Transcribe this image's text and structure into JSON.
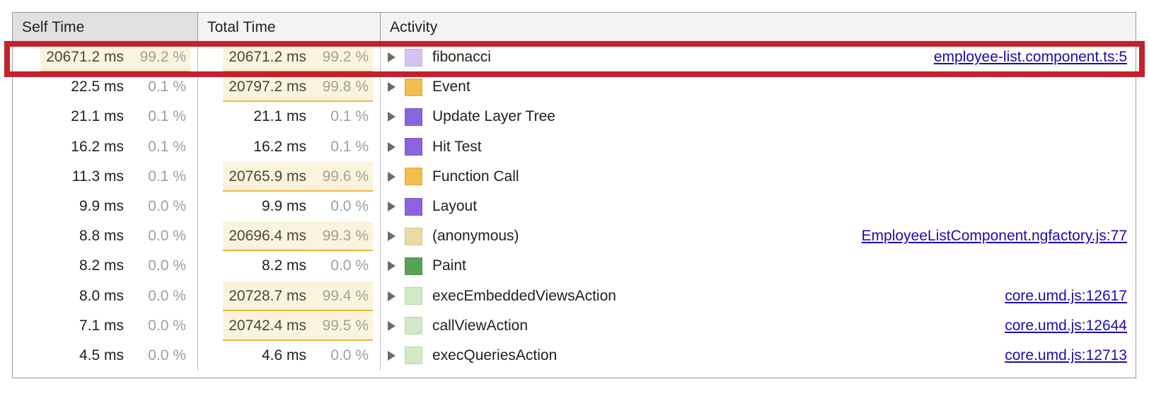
{
  "panel": {
    "name": "performance-bottom-up-tree",
    "annotation_color": "#c5202e",
    "link_color": "#1a0dab",
    "highlight_bg": "#fcf3de",
    "highlight_bar": "#e9b93c"
  },
  "columns": {
    "self_time": "Self Time",
    "total_time": "Total Time",
    "activity": "Activity",
    "sorted_by": "Self Time"
  },
  "rows": [
    {
      "self_ms": "20671.2 ms",
      "self_pct": "99.2 %",
      "self_hl": true,
      "total_ms": "20671.2 ms",
      "total_pct": "99.2 %",
      "total_hl": true,
      "activity": "fibonacci",
      "swatch": "#d6c2f0",
      "link": "employee-list.component.ts:5",
      "annotated": true
    },
    {
      "self_ms": "22.5 ms",
      "self_pct": "0.1 %",
      "self_hl": false,
      "total_ms": "20797.2 ms",
      "total_pct": "99.8 %",
      "total_hl": true,
      "activity": "Event",
      "swatch": "#f0bf4c",
      "link": "",
      "annotated": false
    },
    {
      "self_ms": "21.1 ms",
      "self_pct": "0.1 %",
      "self_hl": false,
      "total_ms": "21.1 ms",
      "total_pct": "0.1 %",
      "total_hl": false,
      "activity": "Update Layer Tree",
      "swatch": "#8b63e0",
      "link": "",
      "annotated": false
    },
    {
      "self_ms": "16.2 ms",
      "self_pct": "0.1 %",
      "self_hl": false,
      "total_ms": "16.2 ms",
      "total_pct": "0.1 %",
      "total_hl": false,
      "activity": "Hit Test",
      "swatch": "#8b63e0",
      "link": "",
      "annotated": false
    },
    {
      "self_ms": "11.3 ms",
      "self_pct": "0.1 %",
      "self_hl": false,
      "total_ms": "20765.9 ms",
      "total_pct": "99.6 %",
      "total_hl": true,
      "activity": "Function Call",
      "swatch": "#f0bf4c",
      "link": "",
      "annotated": false
    },
    {
      "self_ms": "9.9 ms",
      "self_pct": "0.0 %",
      "self_hl": false,
      "total_ms": "9.9 ms",
      "total_pct": "0.0 %",
      "total_hl": false,
      "activity": "Layout",
      "swatch": "#8b63e0",
      "link": "",
      "annotated": false
    },
    {
      "self_ms": "8.8 ms",
      "self_pct": "0.0 %",
      "self_hl": false,
      "total_ms": "20696.4 ms",
      "total_pct": "99.3 %",
      "total_hl": true,
      "activity": "(anonymous)",
      "swatch": "#eadba4",
      "link": "EmployeeListComponent.ngfactory.js:77",
      "annotated": false
    },
    {
      "self_ms": "8.2 ms",
      "self_pct": "0.0 %",
      "self_hl": false,
      "total_ms": "8.2 ms",
      "total_pct": "0.0 %",
      "total_hl": false,
      "activity": "Paint",
      "swatch": "#56a356",
      "link": "",
      "annotated": false
    },
    {
      "self_ms": "8.0 ms",
      "self_pct": "0.0 %",
      "self_hl": false,
      "total_ms": "20728.7 ms",
      "total_pct": "99.4 %",
      "total_hl": true,
      "activity": "execEmbeddedViewsAction",
      "swatch": "#cfeac4",
      "link": "core.umd.js:12617",
      "annotated": false
    },
    {
      "self_ms": "7.1 ms",
      "self_pct": "0.0 %",
      "self_hl": false,
      "total_ms": "20742.4 ms",
      "total_pct": "99.5 %",
      "total_hl": true,
      "activity": "callViewAction",
      "swatch": "#cfeac4",
      "link": "core.umd.js:12644",
      "annotated": false
    },
    {
      "self_ms": "4.5 ms",
      "self_pct": "0.0 %",
      "self_hl": false,
      "total_ms": "4.6 ms",
      "total_pct": "0.0 %",
      "total_hl": false,
      "activity": "execQueriesAction",
      "swatch": "#cfeac4",
      "link": "core.umd.js:12713",
      "annotated": false
    }
  ]
}
